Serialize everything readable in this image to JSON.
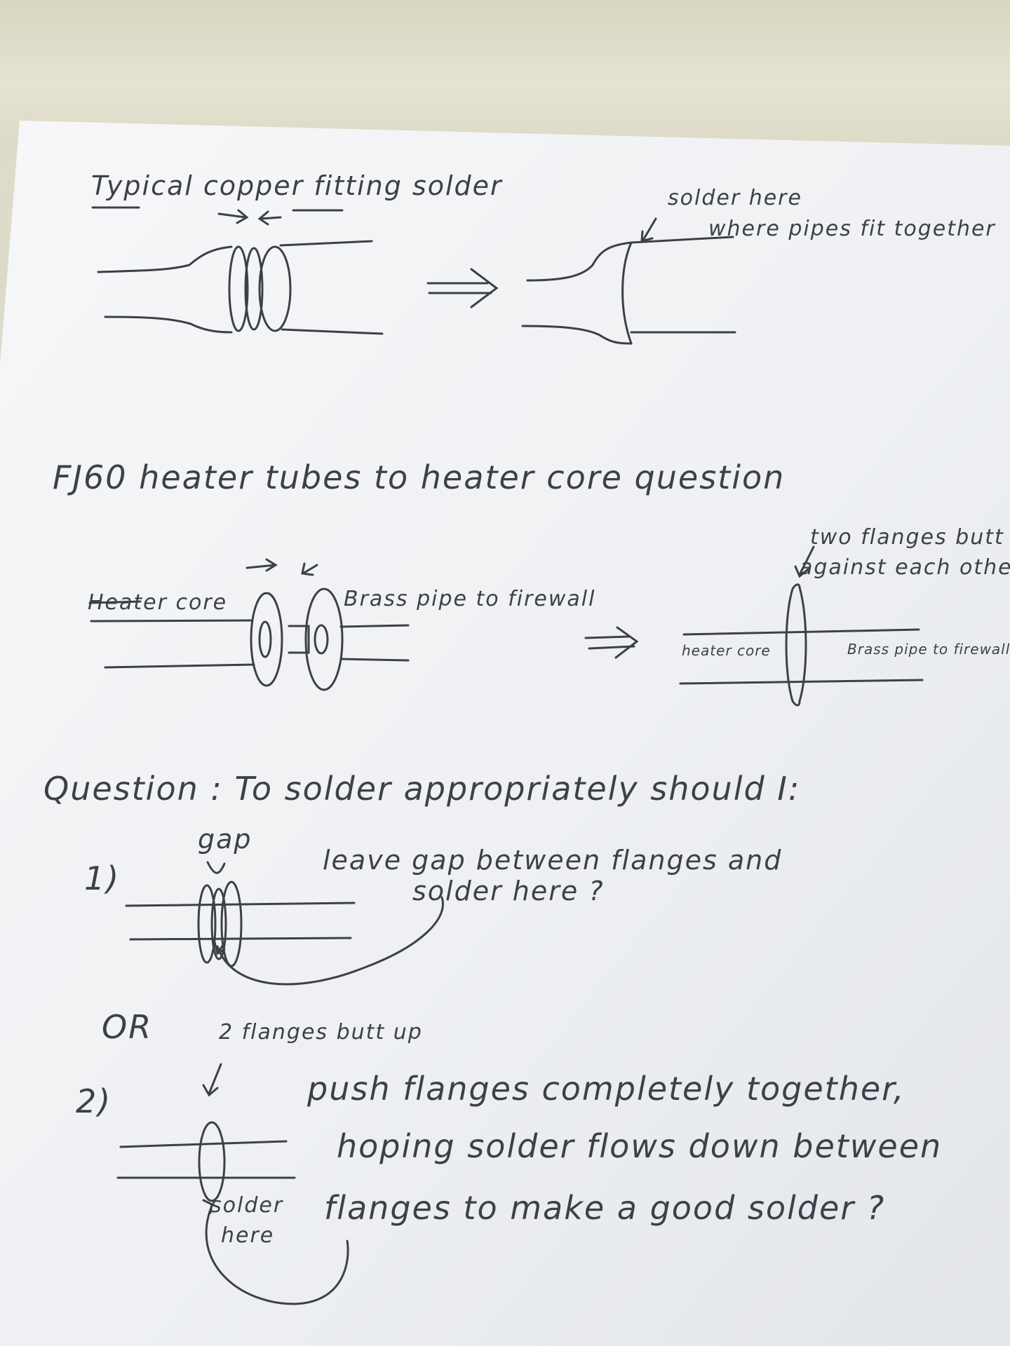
{
  "scene": {
    "colors": {
      "desk": "#dcdac6",
      "paper": "#f5f6f7",
      "ink": "#3e4048"
    }
  },
  "sketch": {
    "section1": {
      "title": "Typical copper fitting solder",
      "note_solder_here": "solder here",
      "note_where": "where pipes fit together",
      "transform_arrow": "⇒"
    },
    "section2": {
      "title": "FJ60 heater tubes to heater core question",
      "label_heater_core": "Heater core",
      "label_brass_pipe": "Brass pipe to firewall",
      "note_flanges_butt": "two flanges butt up",
      "note_against": "against each other",
      "label_heater_core_small": "heater core",
      "label_brass_small": "Brass pipe to firewall",
      "transform_arrow": "⇒"
    },
    "question": {
      "prompt": "Question : To solder appropriately should I:",
      "option1": {
        "number": "1)",
        "gap_label": "gap",
        "text_line1": "leave gap between flanges and",
        "text_line2": "solder here ?"
      },
      "or_label": "OR",
      "option2": {
        "number": "2)",
        "flanges_label": "2 flanges butt up",
        "text_line1": "push flanges completely together,",
        "text_line2": "hoping solder flows down between",
        "text_line3": "flanges to make a good solder ?",
        "solder_here_line1": "solder",
        "solder_here_line2": "here"
      }
    }
  }
}
